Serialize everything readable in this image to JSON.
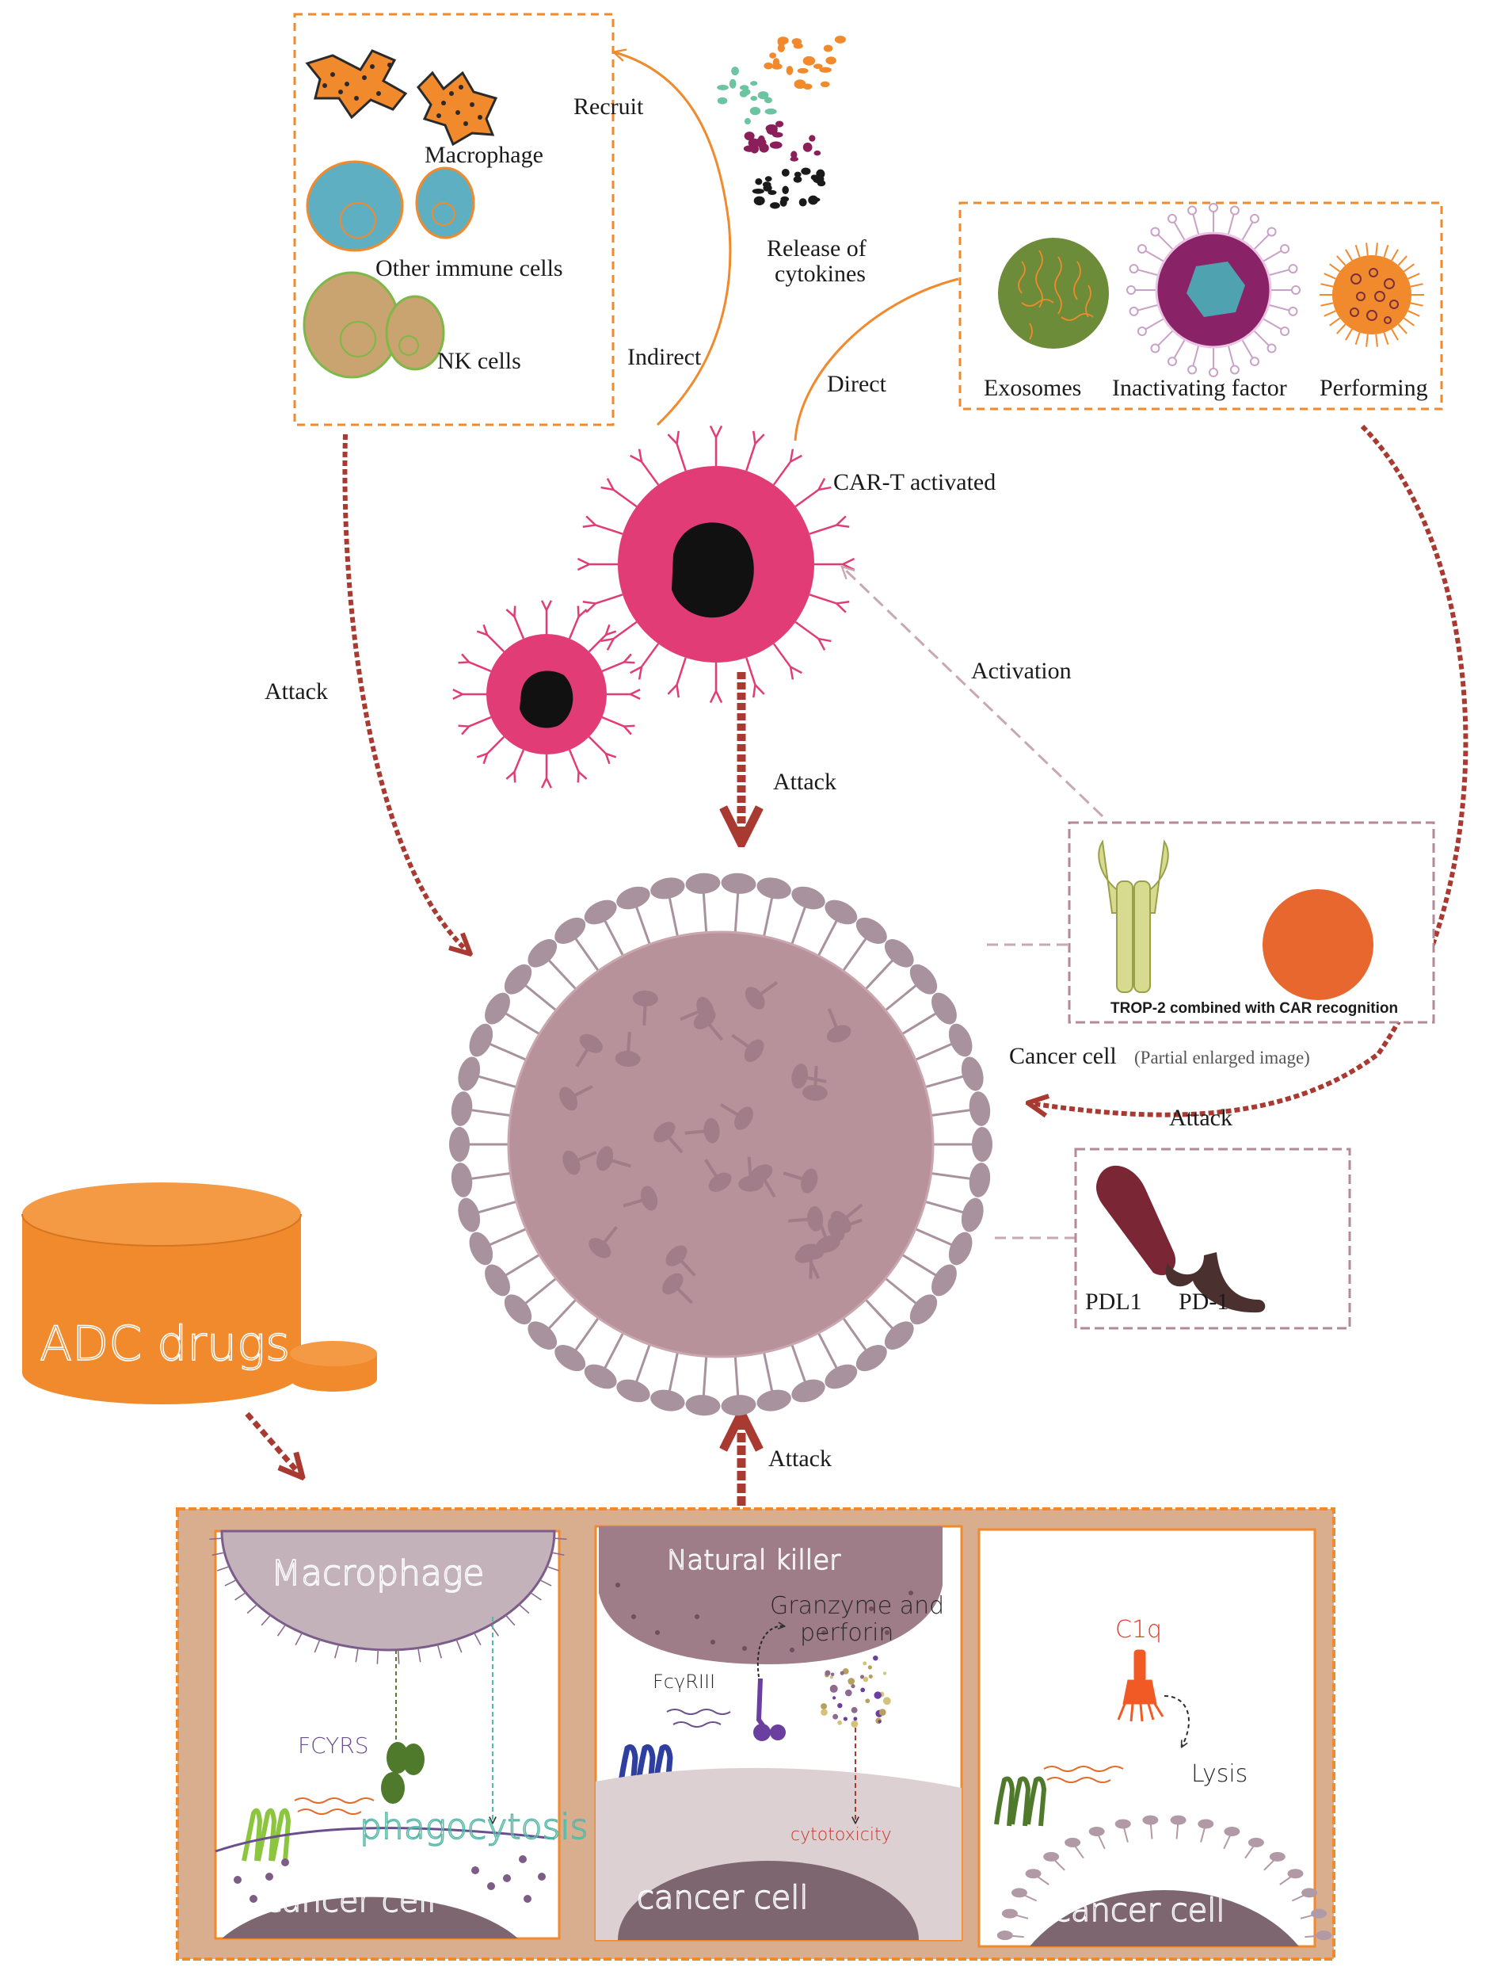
{
  "labels": {
    "recruit": "Recruit",
    "macrophage": "Macrophage",
    "other_immune_cells": "Other immune cells",
    "nk_cells": "NK cells",
    "release_of_cytokines_1": "Release of",
    "release_of_cytokines_2": "cytokines",
    "indirect": "Indirect",
    "direct": "Direct",
    "exosomes": "Exosomes",
    "inactivating_factor": "Inactivating factor",
    "performing": "Performing",
    "car_t_activated": "CAR-T activated",
    "attack_left": "Attack",
    "attack_center": "Attack",
    "attack_right": "Attack",
    "attack_bottom": "Attack",
    "activation": "Activation",
    "trop2_caption": "TROP-2 combined with CAR recognition",
    "cancer_cell": "Cancer cell",
    "partial_enlarged": "(Partial enlarged image)",
    "pdl1": "PDL1",
    "pd1": "PD-1",
    "adc_drugs": "ADC drugs"
  },
  "panels": {
    "left": {
      "title": "Macrophage",
      "receptor": "FCYRS",
      "process": "phagocytosis",
      "target": "cancer cell"
    },
    "middle": {
      "title": "Natural killer",
      "receptor": "FcγRIII",
      "effector_1": "Granzyme and",
      "effector_2": "perforin",
      "process": "cytotoxicity",
      "target": "cancer cell"
    },
    "right": {
      "factor": "C1q",
      "process": "Lysis",
      "target": "cancer cell"
    }
  },
  "colors": {
    "orange": "#F08A2C",
    "dark_red_arrow": "#A83A32",
    "car_t_pink": "#E13C76",
    "cancer_mauve": "#B8929A",
    "receptor_gray": "#A7929E",
    "panel_tan": "#D9AE8F",
    "macrophage_orange": "#F08A2C",
    "immune_blue": "#5FAFC3",
    "nk_tan": "#C9A470",
    "exosome_green": "#6D8C3A",
    "pdl1_maroon": "#7A2634",
    "pd1_brown": "#4A3130"
  }
}
